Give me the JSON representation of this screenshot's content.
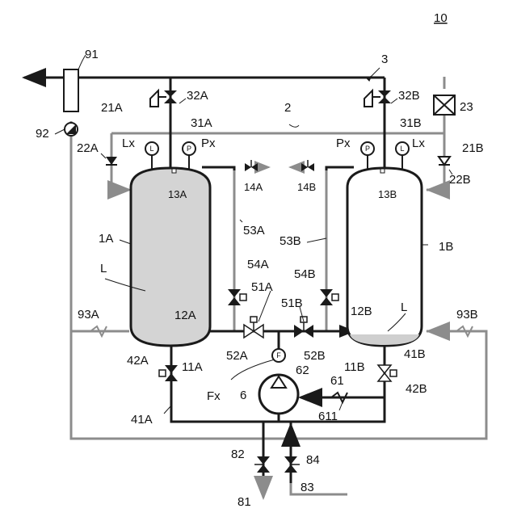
{
  "figure_number": "10",
  "colors": {
    "black_line": "#1a1a1a",
    "gray_line": "#8c8c8c",
    "tank_fill_A": "#d4d4d4",
    "liquid_B": "#cfcfcf"
  },
  "labels": {
    "n3": "3",
    "n91": "91",
    "n92": "92",
    "n2": "2",
    "n23": "23",
    "n21A": "21A",
    "n21B": "21B",
    "n22A": "22A",
    "n22B": "22B",
    "n32A": "32A",
    "n32B": "32B",
    "n31A": "31A",
    "n31B": "31B",
    "LxA": "Lx",
    "LxB": "Lx",
    "PxA": "Px",
    "PxB": "Px",
    "n13A": "13A",
    "n13B": "13B",
    "n14A": "14A",
    "n14B": "14B",
    "n1A": "1A",
    "n1B": "1B",
    "LA": "L",
    "LB": "L",
    "n53A": "53A",
    "n53B": "53B",
    "n54A": "54A",
    "n54B": "54B",
    "n51A": "51A",
    "n51B": "51B",
    "n12A": "12A",
    "n12B": "12B",
    "n93A": "93A",
    "n93B": "93B",
    "n52A": "52A",
    "n52B": "52B",
    "n42A": "42A",
    "n42B": "42B",
    "n41A": "41A",
    "n41B": "41B",
    "n11A": "11A",
    "n11B": "11B",
    "n62": "62",
    "n61": "61",
    "n611": "611",
    "Fx": "Fx",
    "n6": "6",
    "n82": "82",
    "n84": "84",
    "n81": "81",
    "n83": "83"
  },
  "symbols": {
    "level_sensor": "L",
    "pressure_sensor": "P",
    "flow_sensor": "F"
  }
}
